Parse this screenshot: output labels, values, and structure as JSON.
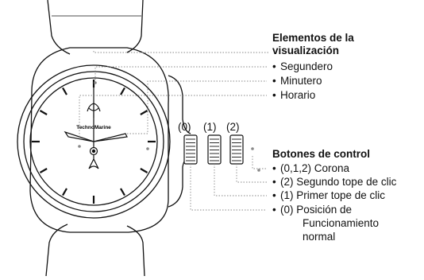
{
  "display_elements": {
    "heading_line1": "Elementos de la",
    "heading_line2": "visualización",
    "items": [
      "Segundero",
      "Minutero",
      "Horario"
    ]
  },
  "control_buttons": {
    "heading": "Botones de control",
    "items": [
      "(0,1,2) Corona",
      "(2) Segundo tope de clic",
      "(1) Primer tope de clic"
    ],
    "position_zero_lines": [
      "(0) Posición de",
      "Funcionamiento",
      "normal"
    ]
  },
  "crown_positions": [
    "(0)",
    "(1)",
    "(2)"
  ],
  "brand_text": "TechnoMarine"
}
